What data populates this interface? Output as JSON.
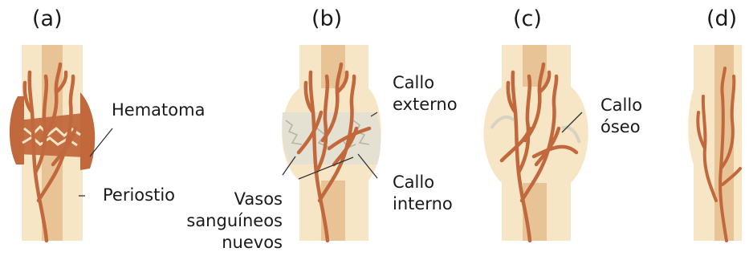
{
  "panels": [
    {
      "id": "a",
      "label": "(a)"
    },
    {
      "id": "b",
      "label": "(b)"
    },
    {
      "id": "c",
      "label": "(c)"
    },
    {
      "id": "d",
      "label": "(d)"
    }
  ],
  "annotations": {
    "hematoma": "Hematoma",
    "periostio": "Periostio",
    "callo_externo": "Callo\nexterno",
    "callo_interno": "Callo\ninterno",
    "vasos": "Vasos\nsanguíneos\nnuevos",
    "callo_oseo": "Callo\nóseo"
  },
  "colors": {
    "bone_outer": "#f7e6c6",
    "bone_inner": "#e8c396",
    "vessel": "#c2683d",
    "hematoma": "#c2683d",
    "callus": "#e4e0d2",
    "callus_fiber": "#b8b4a4",
    "line": "#333333"
  }
}
